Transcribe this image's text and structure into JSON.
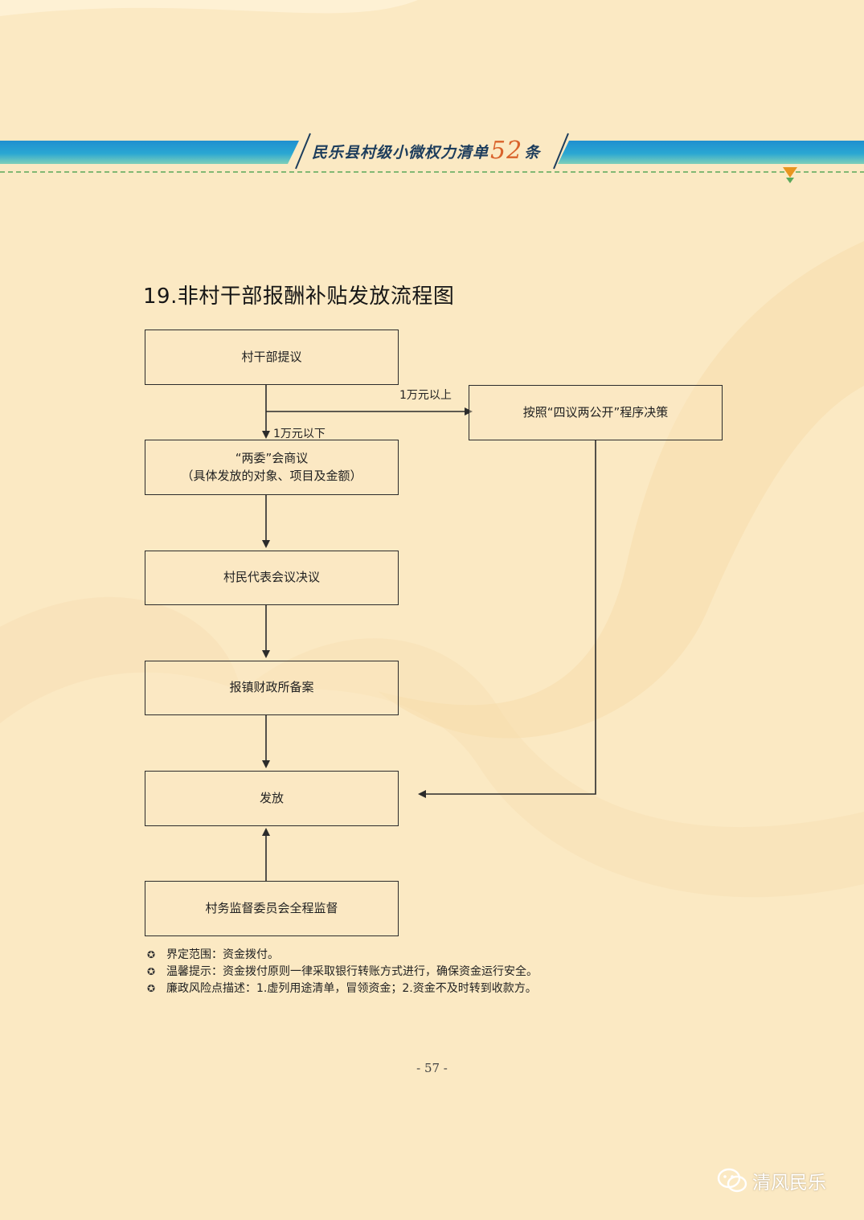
{
  "header": {
    "title_part1": "民乐县村级小微权力清单",
    "title_num": "52",
    "title_part2": "条"
  },
  "page_title": "19.非村干部报酬补贴发放流程图",
  "flow": {
    "box1": "村干部提议",
    "box_right": "按照“四议两公开”程序决策",
    "box2_line1": "“两委”会商议",
    "box2_line2": "（具体发放的对象、项目及金额）",
    "box3": "村民代表会议决议",
    "box4": "报镇财政所备案",
    "box5": "发放",
    "box6": "村务监督委员会全程监督",
    "label_above": "1万元以上",
    "label_below": "1万元以下"
  },
  "notes": [
    "界定范围：资金拨付。",
    "温馨提示：资金拨付原则一律采取银行转账方式进行，确保资金运行安全。",
    "廉政风险点描述：1.虚列用途清单，冒领资金；2.资金不及时转到收款方。"
  ],
  "page_number": "- 57 -",
  "watermark": "清风民乐",
  "colors": {
    "background": "#fbe9c3",
    "header_band": "#1a9bd0",
    "header_band_light": "#5ec4c9",
    "dashed_line": "#5aa85a",
    "accent_orange": "#d9622b"
  }
}
